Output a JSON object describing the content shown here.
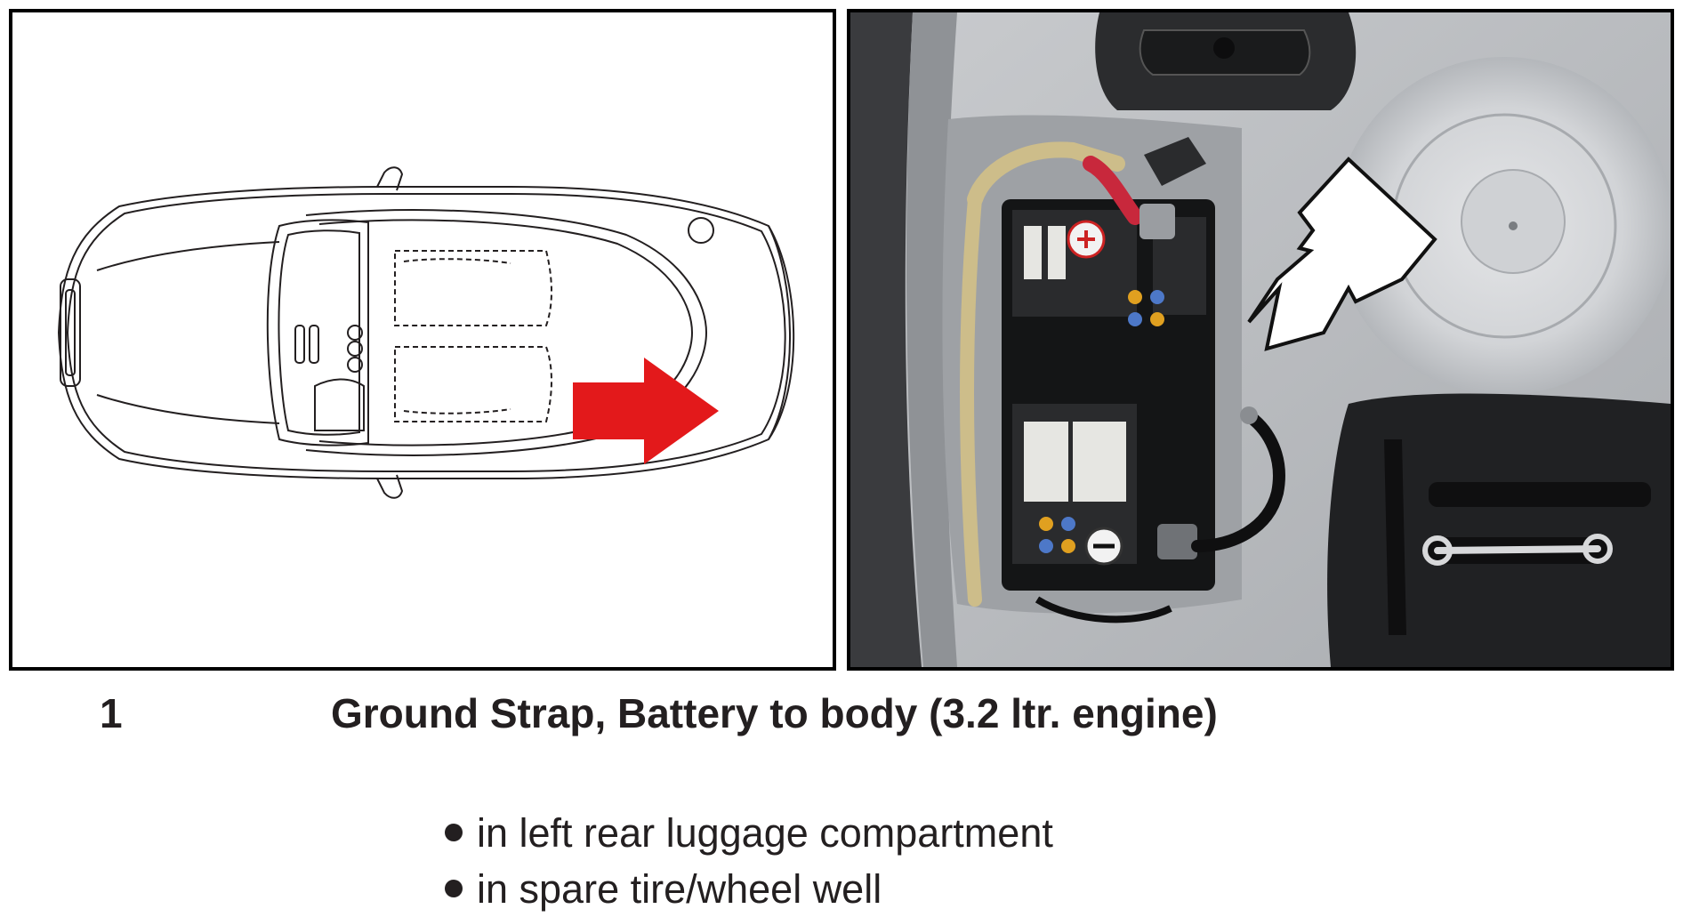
{
  "figure": {
    "number": "1",
    "title": "Ground Strap, Battery to body (3.2 ltr. engine)"
  },
  "locations": [
    "in left rear luggage compartment",
    "in spare tire/wheel well"
  ],
  "colors": {
    "locator_arrow": "#e3191b",
    "pointer_arrow": "#ffffff",
    "frame": "#000000"
  },
  "icons": {
    "car_diagram": "car-top-view-icon",
    "locator_arrow": "arrow-right-icon",
    "photo_pointer": "arrow-down-left-icon"
  }
}
